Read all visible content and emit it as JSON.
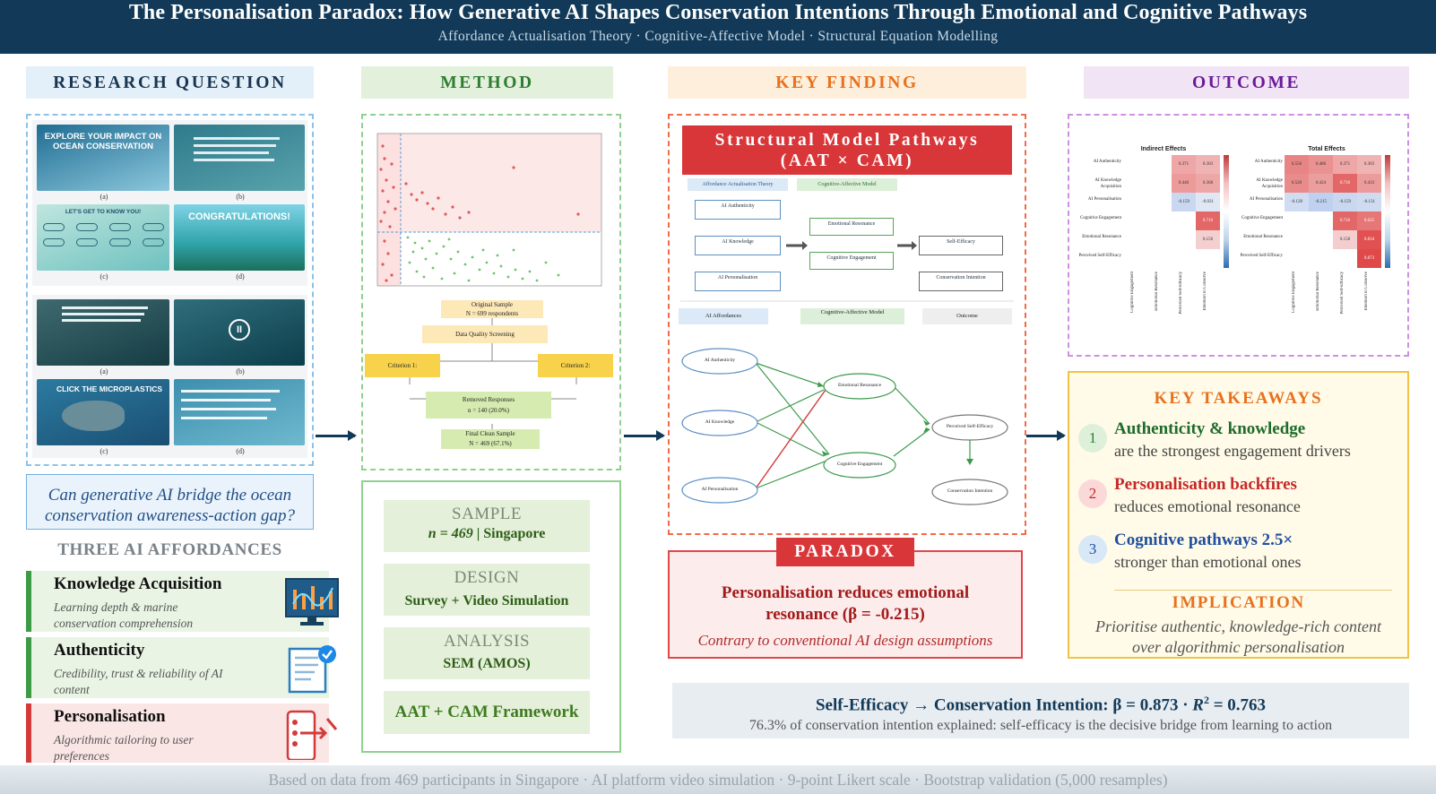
{
  "header": {
    "title": "The Personalisation Paradox: How Generative AI Shapes Conservation Intentions Through Emotional and Cognitive Pathways",
    "subtitle": "Affordance Actualisation Theory · Cognitive-Affective Model · Structural Equation Modelling"
  },
  "columns": {
    "research_question": "RESEARCH QUESTION",
    "method": "METHOD",
    "key_finding": "KEY FINDING",
    "outcome": "OUTCOME"
  },
  "research": {
    "screens": [
      {
        "line1": "EXPLORE YOUR IMPACT ON",
        "line2": "OCEAN CONSERVATION",
        "tag": "(a)"
      },
      {
        "tag": "(b)"
      },
      {
        "line1": "LET'S GET TO KNOW YOU!",
        "tag": "(c)"
      },
      {
        "line1": "CONGRATULATIONS!",
        "tag": "(d)"
      },
      {
        "tag": "(a)"
      },
      {
        "line1": "II",
        "tag": "(b)"
      },
      {
        "line1": "CLICK THE MICROPLASTICS",
        "tag": "(c)"
      },
      {
        "tag": "(d)"
      }
    ],
    "question": "Can generative AI bridge the ocean conservation awareness-action gap?",
    "affordances_heading": "THREE AI AFFORDANCES",
    "affordances": [
      {
        "title": "Knowledge Acquisition",
        "desc": "Learning depth & marine conservation comprehension",
        "icon": "monitor-chart-icon",
        "color": "#3d9b45",
        "bg": "#e9f4e4"
      },
      {
        "title": "Authenticity",
        "desc": "Credibility, trust & reliability of AI content",
        "icon": "verified-document-icon",
        "color": "#3d9b45",
        "bg": "#e9f4e4"
      },
      {
        "title": "Personalisation",
        "desc": "Algorithmic tailoring to user preferences",
        "icon": "personalise-phone-icon",
        "color": "#d33b3b",
        "bg": "#fbe6e6"
      }
    ]
  },
  "method": {
    "flow": {
      "original": "Original Sample",
      "original_n": "N = 699 respondents",
      "screening": "Data Quality Screening",
      "c1": "Criterion 1:",
      "c2": "Criterion 2:",
      "removed": "Removed Responses",
      "removed_n": "n = 140 (20.0%)",
      "final": "Final Clean Sample",
      "final_n": "N = 469 (67.1%)"
    },
    "cards": [
      {
        "head": "SAMPLE",
        "value_pre": "n = 469",
        "value_post": " | Singapore"
      },
      {
        "head": "DESIGN",
        "value_pre": "",
        "value_post": "Survey + Video Simulation"
      },
      {
        "head": "ANALYSIS",
        "value_pre": "",
        "value_post": "SEM (AMOS)"
      },
      {
        "head": "",
        "value_pre": "",
        "value_post": "AAT + CAM Framework"
      }
    ]
  },
  "finding": {
    "model_title_1": "Structural Model Pathways",
    "model_title_2": "(AAT × CAM)",
    "legend": {
      "aat": "Affordance Actualisation Theory",
      "cam": "Cognitive-Affective Model"
    },
    "nodes": {
      "auth": "AI Authenticity",
      "know": "AI Knowledge",
      "pers": "AI Personalisation",
      "emo": "Emotional Resonance",
      "cog": "Cognitive Engagement",
      "se": "Self-Efficacy",
      "pse": "Perceived Self-Efficacy",
      "int": "Conservation Intention"
    },
    "bottom_tabs": {
      "a": "AI Affordances",
      "b": "Cognitive-Affective Model",
      "c": "Outcome"
    },
    "paradox_tag": "PARADOX",
    "paradox_main": "Personalisation reduces emotional resonance (β = -0.215)",
    "paradox_note": "Contrary to conventional AI design assumptions"
  },
  "outcome": {
    "heatmap": {
      "indirect_title": "Indirect Effects",
      "total_title": "Total Effects",
      "rows": [
        "AI Authenticity",
        "AI Knowledge Acquisition",
        "AI Personalisation",
        "Cognitive Engagement",
        "Emotional Resonance",
        "Perceived Self-Efficacy"
      ],
      "cols": [
        "Cognitive Engagement",
        "Emotional Resonance",
        "Perceived Self-Efficacy",
        "Intention to Conserve"
      ],
      "indirect": [
        [
          "",
          "",
          "0.371",
          "0.303"
        ],
        [
          "",
          "",
          "0.440",
          "0.368"
        ],
        [
          "",
          "",
          "-0.159",
          "-0.031"
        ],
        [
          "",
          "",
          "",
          "0.716"
        ],
        [
          "",
          "",
          "",
          "0.150"
        ],
        [
          "",
          "",
          "",
          ""
        ]
      ],
      "total": [
        [
          "0.556",
          "0.486",
          "0.371",
          "0.303"
        ],
        [
          "0.520",
          "0.424",
          "0.716",
          "0.433"
        ],
        [
          "-0.128",
          "-0.215",
          "-0.159",
          "-0.131"
        ],
        [
          "",
          "",
          "0.716",
          "0.625"
        ],
        [
          "",
          "",
          "0.158",
          "0.834"
        ],
        [
          "",
          "",
          "",
          "0.873"
        ]
      ]
    },
    "takeaways_heading": "KEY TAKEAWAYS",
    "takeaways": [
      {
        "num": "1",
        "head": "Authenticity & knowledge",
        "sub": "are the strongest engagement drivers",
        "color": "#1e6b2c",
        "circle": "#dff0da",
        "numcolor": "#2e7d32"
      },
      {
        "num": "2",
        "head": "Personalisation backfires",
        "sub": "reduces emotional resonance",
        "color": "#c62828",
        "circle": "#fbd9d9",
        "numcolor": "#c62828"
      },
      {
        "num": "3",
        "head": "Cognitive pathways 2.5×",
        "sub": "stronger than emotional ones",
        "color": "#1f4f9e",
        "circle": "#d8e8f7",
        "numcolor": "#1f4f9e"
      }
    ],
    "implication_heading": "IMPLICATION",
    "implication": "Prioritise authentic, knowledge-rich content over algorithmic personalisation"
  },
  "stat": {
    "main_pre": "Self-Efficacy → Conservation Intention: β = 0.873 · ",
    "r_label": "R",
    "r_exp": "2",
    "main_post": " = 0.763",
    "sub": "76.3% of conservation intention explained: self-efficacy is the decisive bridge from learning to action"
  },
  "footer": "Based on data from 469 participants in Singapore · AI platform video simulation · 9-point Likert scale · Bootstrap validation (5,000 resamples)"
}
